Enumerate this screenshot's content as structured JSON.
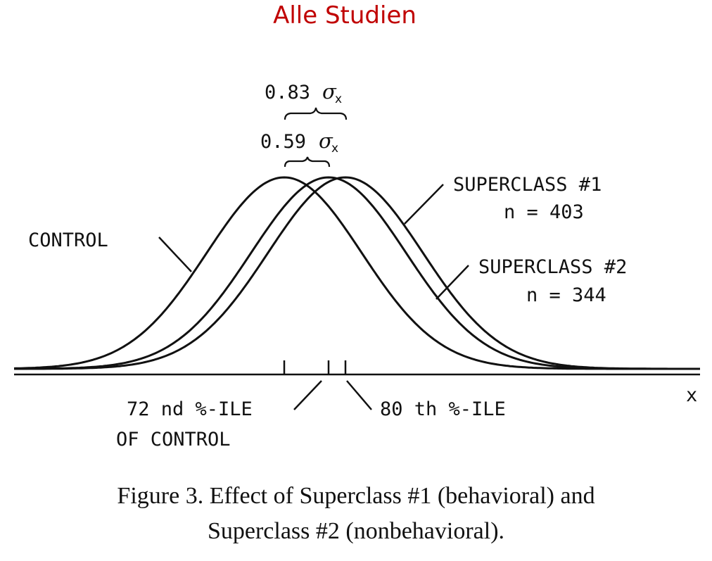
{
  "header": {
    "title": "Alle Studien"
  },
  "figure": {
    "brace_outer": {
      "value": "0.83",
      "symbol": "σ",
      "subscript": "x"
    },
    "brace_inner": {
      "value": "0.59",
      "symbol": "σ",
      "subscript": "x"
    },
    "curves": {
      "control": {
        "label": "CONTROL"
      },
      "superclass1": {
        "label": "SUPERCLASS #1",
        "n": "n = 403"
      },
      "superclass2": {
        "label": "SUPERCLASS #2",
        "n": "n = 344"
      }
    },
    "axis_label": "x",
    "annotation_left": {
      "line1": "72 nd %-ILE",
      "line2": "OF CONTROL"
    },
    "annotation_right": "80 th %-ILE"
  },
  "caption": {
    "line1": "Figure 3.   Effect of Superclass #1 (behavioral) and",
    "line2": "Superclass #2 (nonbehavioral)."
  }
}
